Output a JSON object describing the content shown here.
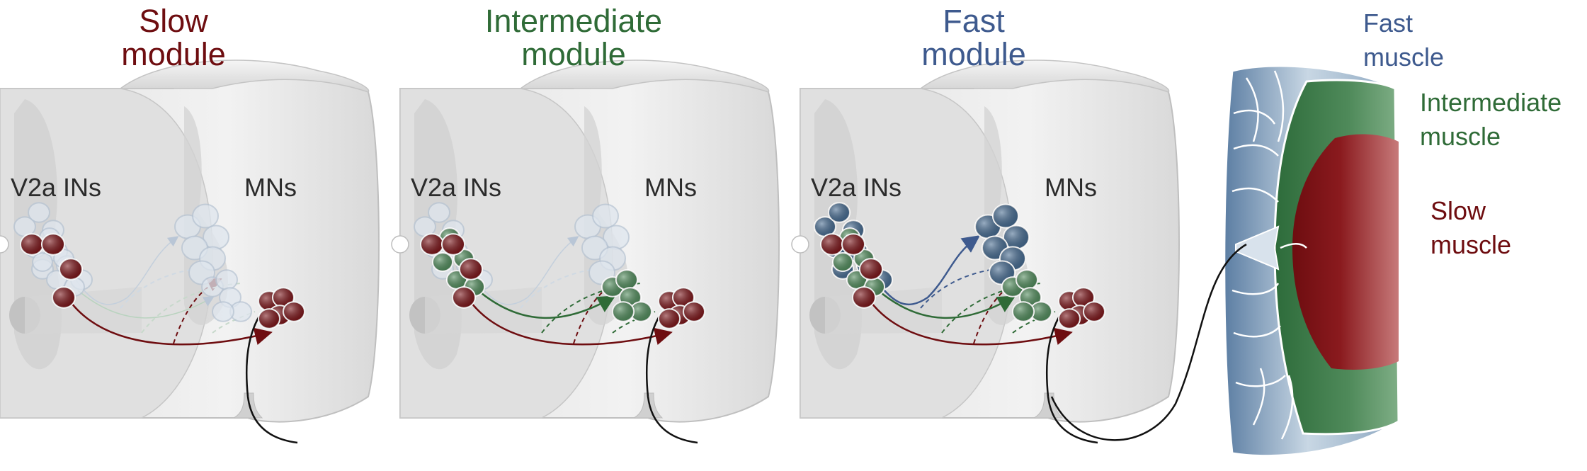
{
  "colors": {
    "slow": "#6e0d10",
    "intermediate": "#2f6b37",
    "fast": "#3e5a8e",
    "slow_fill": "#7a1418",
    "intermediate_fill": "#4f8a5a",
    "fast_fill": "#44698f",
    "cord": "#e6e6e6",
    "cord_dark": "#c9c9c9"
  },
  "panels": [
    {
      "title_line1": "Slow",
      "title_line2": "module",
      "color_key": "slow",
      "active": [
        "slow"
      ],
      "in_label": "V2a INs",
      "mn_label": "MNs"
    },
    {
      "title_line1": "Intermediate",
      "title_line2": "module",
      "color_key": "intermediate",
      "active": [
        "slow",
        "intermediate"
      ],
      "in_label": "V2a INs",
      "mn_label": "MNs"
    },
    {
      "title_line1": "Fast",
      "title_line2": "module",
      "color_key": "fast",
      "active": [
        "slow",
        "intermediate",
        "fast"
      ],
      "in_label": "V2a INs",
      "mn_label": "MNs"
    }
  ],
  "muscle": {
    "fast_line1": "Fast",
    "fast_line2": "muscle",
    "intermediate_line1": "Intermediate",
    "intermediate_line2": "muscle",
    "slow_line1": "Slow",
    "slow_line2": "muscle"
  }
}
